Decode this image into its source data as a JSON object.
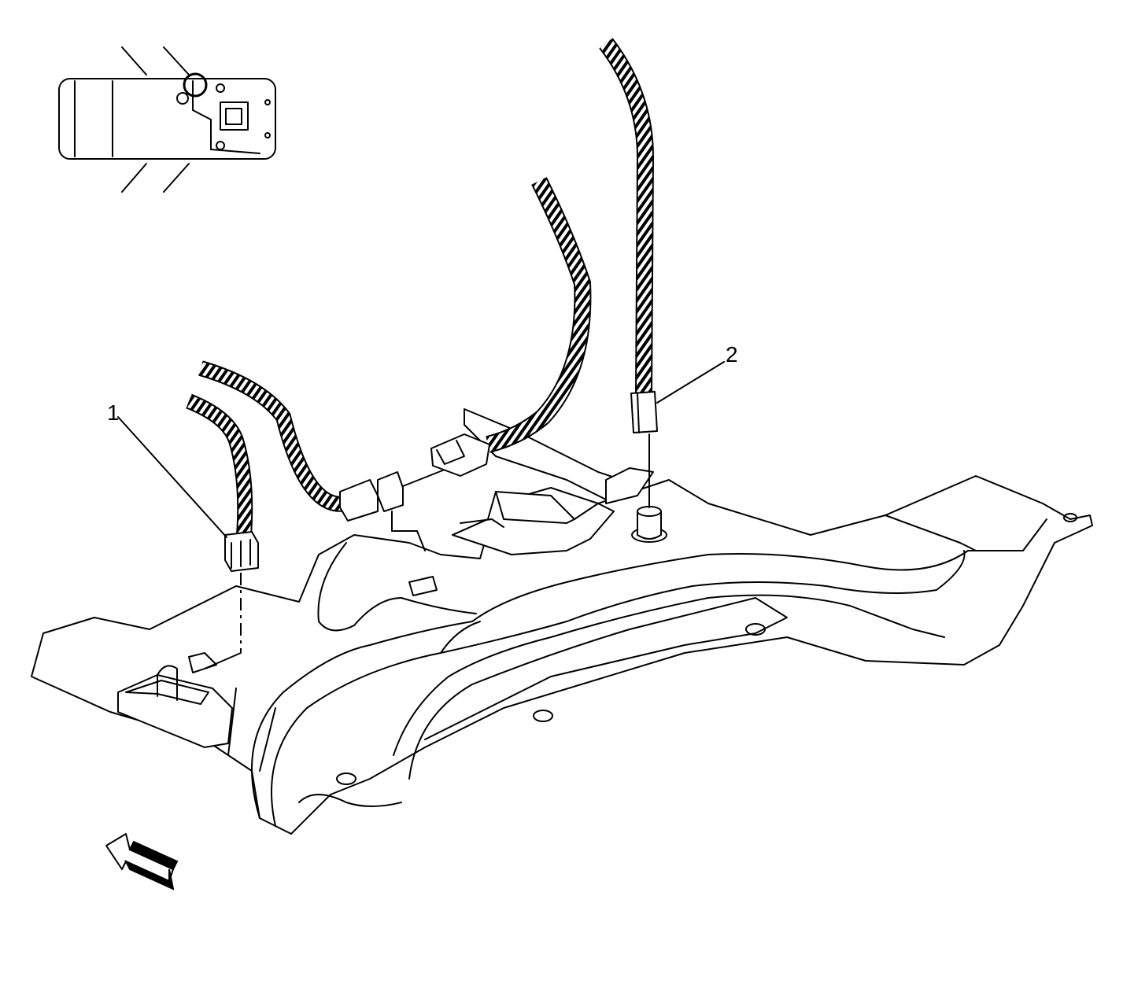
{
  "callouts": [
    {
      "id": "1",
      "text": "1"
    },
    {
      "id": "2",
      "text": "2"
    }
  ],
  "colors": {
    "line": "#000000",
    "background": "#ffffff"
  },
  "icons": [
    "vehicle-locator-icon",
    "view-direction-arrow-icon"
  ]
}
